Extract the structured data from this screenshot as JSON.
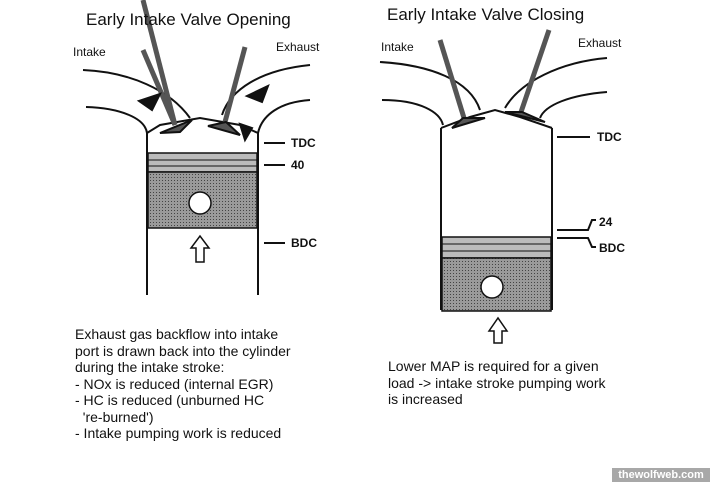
{
  "left": {
    "title": "Early Intake Valve Opening",
    "intake_label": "Intake",
    "exhaust_label": "Exhaust",
    "markers": [
      "TDC",
      "40",
      "BDC"
    ],
    "description": [
      "Exhaust gas backflow into intake",
      "port is drawn back into the cylinder",
      "during the intake stroke:",
      "- NOx is reduced (internal EGR)",
      "- HC is reduced (unburned HC",
      "  're-burned')",
      "- Intake pumping work is reduced"
    ]
  },
  "right": {
    "title": "Early Intake Valve Closing",
    "intake_label": "Intake",
    "exhaust_label": "Exhaust",
    "markers": [
      "TDC",
      "24",
      "BDC"
    ],
    "description": [
      "Lower MAP is required for a given",
      "load -> intake stroke pumping work",
      "is increased"
    ]
  },
  "watermark": "thewolfweb.com"
}
